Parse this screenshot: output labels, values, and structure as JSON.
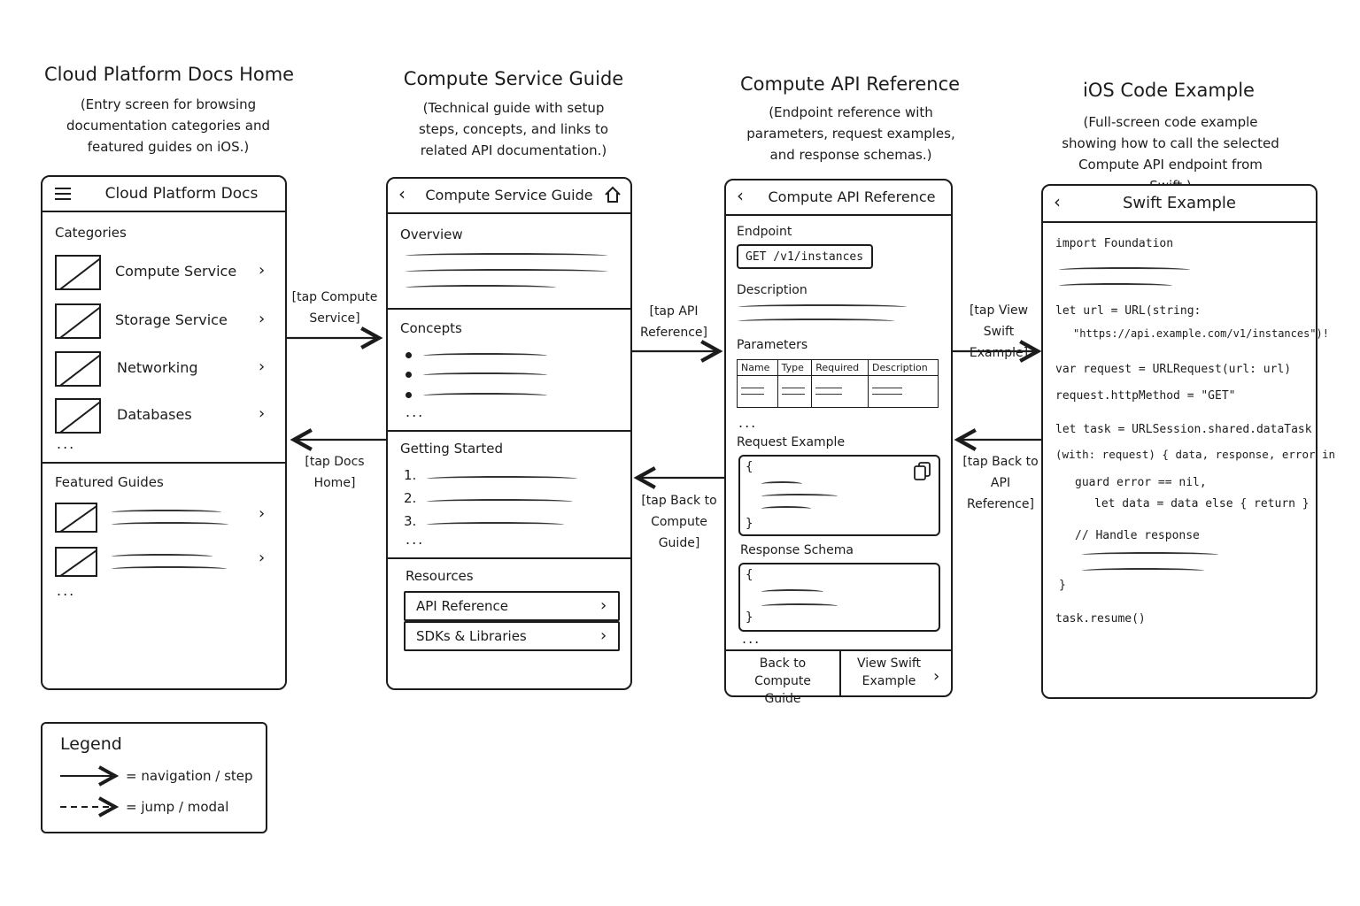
{
  "screens": [
    {
      "name": "Cloud Platform Docs Home",
      "description": "(Entry screen for browsing documentation categories and featured guides on iOS.)",
      "header_title": "Cloud Platform Docs",
      "categories_title": "Categories",
      "categories": [
        "Compute Service",
        "Storage Service",
        "Networking",
        "Databases"
      ],
      "featured_title": "Featured Guides"
    },
    {
      "name": "Compute Service Guide",
      "description": "(Technical guide with setup steps, concepts, and links to related API documentation.)",
      "header_title": "Compute Service Guide",
      "overview_title": "Overview",
      "concepts_title": "Concepts",
      "getting_started_title": "Getting Started",
      "steps": [
        "1.",
        "2.",
        "3."
      ],
      "resources_title": "Resources",
      "resources": [
        "API Reference",
        "SDKs & Libraries"
      ]
    },
    {
      "name": "Compute API Reference",
      "description": "(Endpoint reference with parameters, request examples, and response schemas.)",
      "header_title": "Compute API Reference",
      "endpoint_title": "Endpoint",
      "endpoint_value": "GET /v1/instances",
      "description_title": "Description",
      "parameters_title": "Parameters",
      "param_columns": [
        "Name",
        "Type",
        "Required",
        "Description"
      ],
      "request_title": "Request Example",
      "response_title": "Response Schema",
      "brace_open": "{",
      "brace_close": "}",
      "back_button": "Back to Compute Guide",
      "next_button": "View Swift Example"
    },
    {
      "name": "iOS Code Example",
      "description": "(Full-screen code example showing how to call the selected Compute API endpoint from Swift.)",
      "header_title": "Swift Example",
      "code": [
        "import Foundation",
        "let url = URL(string:",
        "\"https://api.example.com/v1/instances\")!",
        "var request = URLRequest(url: url)",
        "request.httpMethod = \"GET\"",
        "let task = URLSession.shared.dataTask",
        "(with: request) { data, response, error in",
        "guard error == nil,",
        "let data = data else { return }",
        "// Handle response",
        "}",
        "task.resume()"
      ]
    }
  ],
  "transitions": [
    "[tap Compute Service]",
    "[tap Docs Home]",
    "[tap API Reference]",
    "[tap Back to Compute Guide]",
    "[tap View Swift Example]",
    "[tap Back to API Reference]"
  ],
  "legend": {
    "title": "Legend",
    "solid": "= navigation / step",
    "dashed": "= jump / modal"
  },
  "ellipsis": "..."
}
